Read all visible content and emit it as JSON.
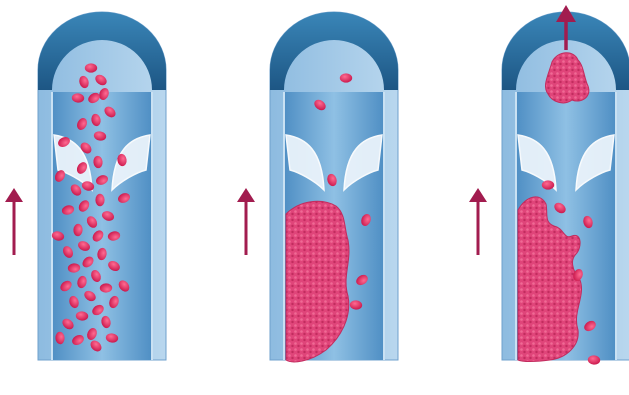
{
  "colors": {
    "background": "#ffffff",
    "vessel_wall": "#a9cbe8",
    "vessel_wall_edge": "#6fa0cc",
    "vessel_cap": "#2f76a8",
    "vessel_cap_dark": "#1d5684",
    "lumen": "#7fb4dc",
    "lumen_dark": "#4f8fc4",
    "valve": "#eaf3fb",
    "cell": "#e0285a",
    "clot": "#e0457a",
    "clot_dark": "#c22c5e",
    "arrow": "#a21c4f"
  },
  "icons": {
    "flow_arrow": "up-arrow-icon",
    "embolus_arrow": "up-arrow-icon"
  },
  "panels": [
    {
      "id": "normal-flow",
      "clot": "none",
      "cell_density": "high",
      "embolus": false
    },
    {
      "id": "thrombus",
      "clot": "wall-attached",
      "cell_density": "low",
      "embolus": false
    },
    {
      "id": "embolism",
      "clot": "wall-attached-fragmented",
      "cell_density": "low",
      "embolus": true
    }
  ]
}
